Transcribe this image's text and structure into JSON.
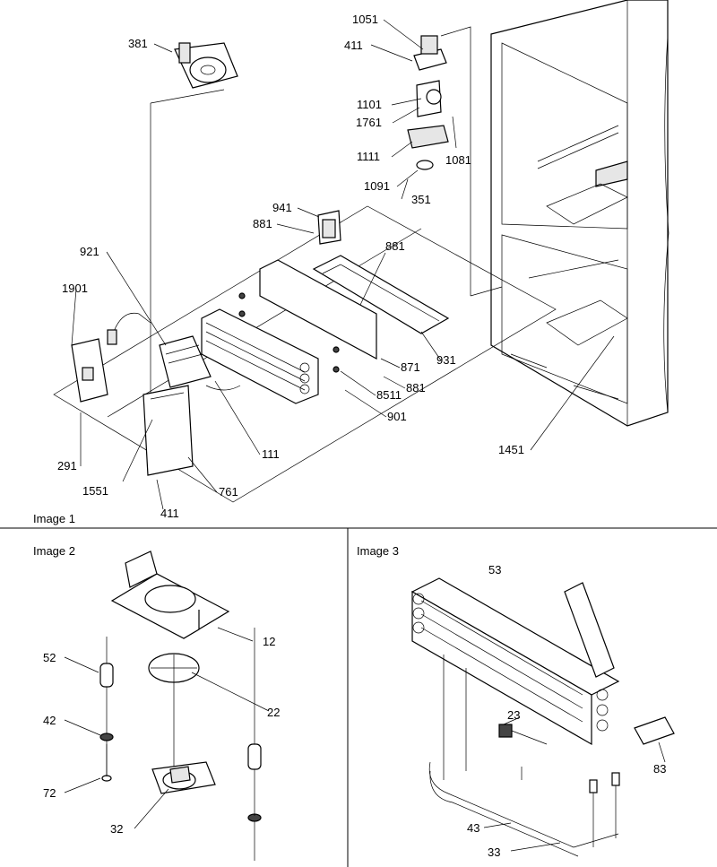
{
  "panels": [
    {
      "id": "image-1",
      "title": "Image 1"
    },
    {
      "id": "image-2",
      "title": "Image 2"
    },
    {
      "id": "image-3",
      "title": "Image 3"
    }
  ],
  "callouts": {
    "image1": [
      "381",
      "1051",
      "411",
      "1101",
      "1761",
      "1111",
      "1081",
      "1091",
      "351",
      "941",
      "881",
      "921",
      "881",
      "1901",
      "931",
      "871",
      "8511",
      "881",
      "901",
      "111",
      "291",
      "1551",
      "761",
      "411",
      "1451"
    ],
    "image2": [
      "12",
      "52",
      "22",
      "42",
      "72",
      "32"
    ],
    "image3": [
      "53",
      "23",
      "83",
      "43",
      "33"
    ]
  }
}
